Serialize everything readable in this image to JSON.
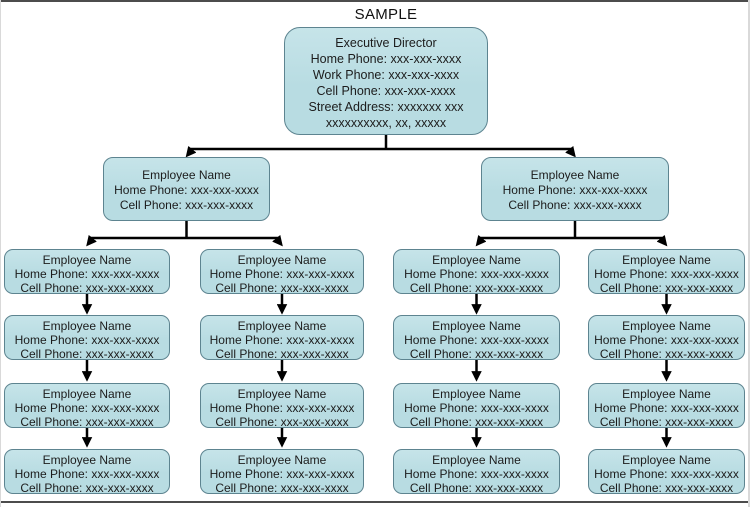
{
  "page": {
    "title": "SAMPLE"
  },
  "colors": {
    "box_fill": "#b8dce2",
    "box_border": "#5d8490",
    "line_color": "#000000",
    "page_rule_dark": "#4c4c4c"
  },
  "root": {
    "name": "Executive Director",
    "home_phone": "Home Phone: xxx-xxx-xxxx",
    "work_phone": "Work Phone: xxx-xxx-xxxx",
    "cell_phone": "Cell Phone: xxx-xxx-xxxx",
    "address_line1": "Street Address: xxxxxxx xxx",
    "address_line2": "xxxxxxxxxx, xx, xxxxx"
  },
  "managers": [
    {
      "name": "Employee Name",
      "home_phone": "Home Phone: xxx-xxx-xxxx",
      "cell_phone": "Cell Phone: xxx-xxx-xxxx"
    },
    {
      "name": "Employee Name",
      "home_phone": "Home Phone: xxx-xxx-xxxx",
      "cell_phone": "Cell Phone: xxx-xxx-xxxx"
    }
  ],
  "columns": [
    [
      {
        "name": "Employee Name",
        "home_phone": "Home Phone: xxx-xxx-xxxx",
        "cell_phone": "Cell Phone: xxx-xxx-xxxx"
      },
      {
        "name": "Employee Name",
        "home_phone": "Home Phone: xxx-xxx-xxxx",
        "cell_phone": "Cell Phone: xxx-xxx-xxxx"
      },
      {
        "name": "Employee Name",
        "home_phone": "Home Phone: xxx-xxx-xxxx",
        "cell_phone": "Cell Phone: xxx-xxx-xxxx"
      },
      {
        "name": "Employee Name",
        "home_phone": "Home Phone: xxx-xxx-xxxx",
        "cell_phone": "Cell Phone: xxx-xxx-xxxx"
      }
    ],
    [
      {
        "name": "Employee Name",
        "home_phone": "Home Phone: xxx-xxx-xxxx",
        "cell_phone": "Cell Phone: xxx-xxx-xxxx"
      },
      {
        "name": "Employee Name",
        "home_phone": "Home Phone: xxx-xxx-xxxx",
        "cell_phone": "Cell Phone: xxx-xxx-xxxx"
      },
      {
        "name": "Employee Name",
        "home_phone": "Home Phone: xxx-xxx-xxxx",
        "cell_phone": "Cell Phone: xxx-xxx-xxxx"
      },
      {
        "name": "Employee Name",
        "home_phone": "Home Phone: xxx-xxx-xxxx",
        "cell_phone": "Cell Phone: xxx-xxx-xxxx"
      }
    ],
    [
      {
        "name": "Employee Name",
        "home_phone": "Home Phone: xxx-xxx-xxxx",
        "cell_phone": "Cell Phone: xxx-xxx-xxxx"
      },
      {
        "name": "Employee Name",
        "home_phone": "Home Phone: xxx-xxx-xxxx",
        "cell_phone": "Cell Phone: xxx-xxx-xxxx"
      },
      {
        "name": "Employee Name",
        "home_phone": "Home Phone: xxx-xxx-xxxx",
        "cell_phone": "Cell Phone: xxx-xxx-xxxx"
      },
      {
        "name": "Employee Name",
        "home_phone": "Home Phone: xxx-xxx-xxxx",
        "cell_phone": "Cell Phone: xxx-xxx-xxxx"
      }
    ],
    [
      {
        "name": "Employee Name",
        "home_phone": "Home Phone: xxx-xxx-xxxx",
        "cell_phone": "Cell Phone: xxx-xxx-xxxx"
      },
      {
        "name": "Employee Name",
        "home_phone": "Home Phone: xxx-xxx-xxxx",
        "cell_phone": "Cell Phone: xxx-xxx-xxxx"
      },
      {
        "name": "Employee Name",
        "home_phone": "Home Phone: xxx-xxx-xxxx",
        "cell_phone": "Cell Phone: xxx-xxx-xxxx"
      },
      {
        "name": "Employee Name",
        "home_phone": "Home Phone: xxx-xxx-xxxx",
        "cell_phone": "Cell Phone: xxx-xxx-xxxx"
      }
    ]
  ]
}
